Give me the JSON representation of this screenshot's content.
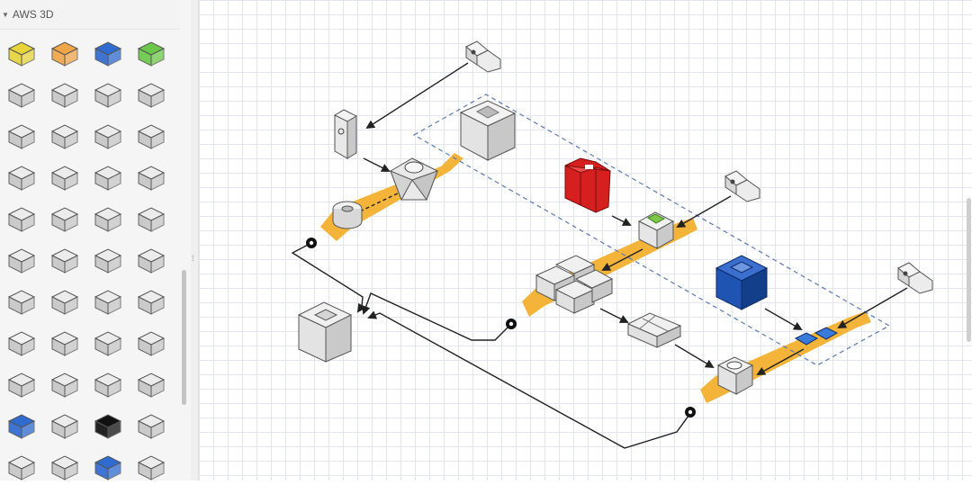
{
  "sidebar": {
    "section_title": "AWS 3D",
    "palette_icons": [
      "yellow-tile-icon",
      "orange-tile-icon",
      "blue-cube-icon",
      "green-tile-icon",
      "instance-icon",
      "document-icon",
      "server-icon",
      "file-icon",
      "elb-icon",
      "box-icon",
      "flat-box-icon",
      "ebs-icon",
      "s3-icon",
      "slab-icon",
      "rds-icon",
      "cluster-icon",
      "cache-icon",
      "cube-icon",
      "grid-icon",
      "mail-icon",
      "pillar-icon",
      "page-icon",
      "dome-icon",
      "barcode-icon",
      "router-icon",
      "gear-box-icon",
      "mobile-icon",
      "security-cube-icon",
      "db-red-icon",
      "lock-cube-icon",
      "octagon-icon",
      "m-cube-icon",
      "small-cube-icon",
      "column-icon",
      "shield-cube-icon",
      "block-icon",
      "blue-hex-icon",
      "spike-icon",
      "black-disk-icon",
      "star-icon",
      "drum-icon",
      "tall-drum-icon",
      "blue-tile-icon",
      "cup-icon"
    ]
  },
  "diagram": {
    "nodes": [
      "user-top-icon",
      "user-mid-icon",
      "user-right-icon",
      "server-node",
      "elb-node",
      "cache-node",
      "top-cluster-node",
      "redshift-node",
      "green-instance-node",
      "dynamo-cluster-node",
      "small-cluster-node",
      "blue-cluster-node",
      "m-instance-node",
      "glacier-node",
      "storage-node",
      "connector-1",
      "connector-2",
      "connector-3"
    ]
  },
  "colors": {
    "band": "#f4b43a",
    "blue": "#1f54b3",
    "red": "#d61f1f",
    "green": "#7ec848",
    "grid": "#e3e6ec",
    "dashed_border": "#5b78b8"
  }
}
